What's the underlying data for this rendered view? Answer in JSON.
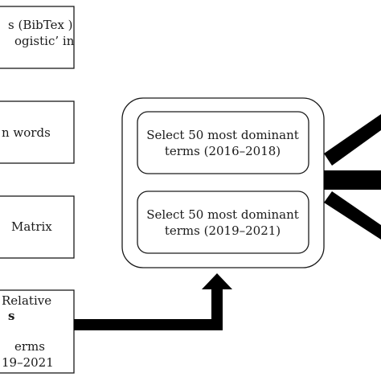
{
  "left_boxes": [
    {
      "lines": [
        "s (BibTex )",
        "ogistic’ in"
      ]
    },
    {
      "lines": [
        "n words"
      ]
    },
    {
      "lines": [
        "Matrix"
      ]
    },
    {
      "lines": [
        "Relative",
        "s",
        "erms",
        "19–2021"
      ]
    }
  ],
  "group": {
    "items": [
      {
        "lines": [
          "Select 50 most dominant",
          "terms (2016–2018)"
        ]
      },
      {
        "lines": [
          "Select 50 most dominant",
          "terms (2019–2021)"
        ]
      }
    ]
  },
  "colors": {
    "stroke": "#1a1a1a",
    "arrow": "#000000",
    "background": "#ffffff"
  }
}
